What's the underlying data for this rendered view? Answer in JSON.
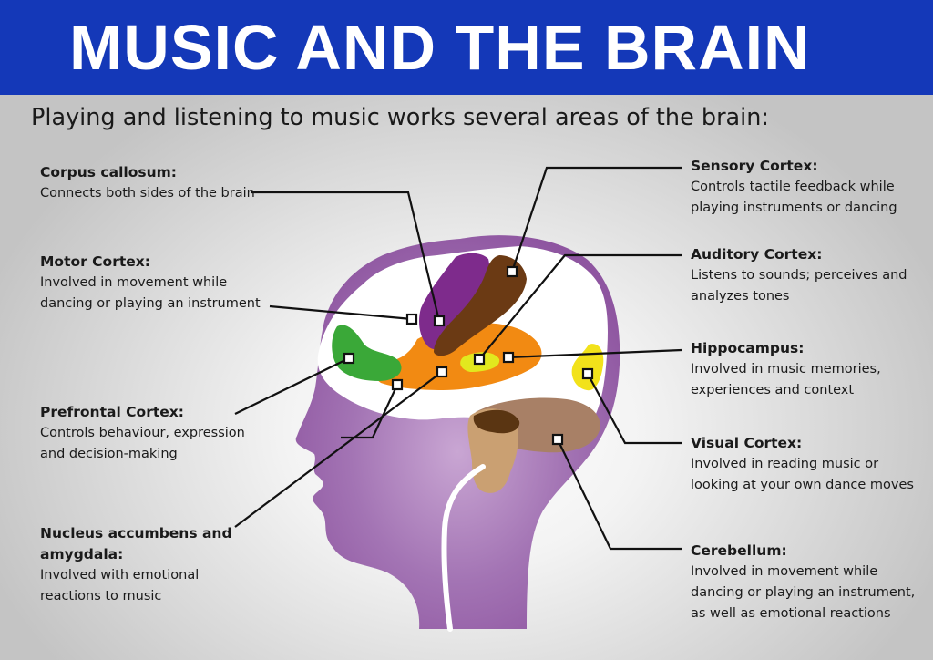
{
  "title": "MUSIC AND THE BRAIN",
  "subtitle": "Playing and listening to music works several areas of the brain:",
  "left_labels": [
    {
      "name": "Corpus callosum:",
      "description_lines": [
        "Connects both sides of the brain"
      ]
    },
    {
      "name": "Motor Cortex:",
      "description_lines": [
        "Involved in movement while",
        "dancing or playing an instrument"
      ]
    },
    {
      "name": "Prefrontal Cortex:",
      "description_lines": [
        "Controls behaviour, expression",
        "and decision-making"
      ]
    },
    {
      "name_lines": [
        "Nucleus accumbens and",
        "amygdala:"
      ],
      "description_lines": [
        "Involved with emotional",
        "reactions to music"
      ]
    }
  ],
  "right_labels": [
    {
      "name": "Sensory Cortex:",
      "description_lines": [
        "Controls tactile feedback while",
        "playing instruments or dancing"
      ]
    },
    {
      "name": "Auditory Cortex:",
      "description_lines": [
        "Listens to sounds; perceives and",
        "analyzes tones"
      ]
    },
    {
      "name": "Hippocampus:",
      "description_lines": [
        "Involved in music memories,",
        "experiences and context"
      ]
    },
    {
      "name": "Visual Cortex:",
      "description_lines": [
        "Involved in reading music or",
        "looking at your own dance moves"
      ]
    },
    {
      "name": "Cerebellum:",
      "description_lines": [
        "Involved in movement while",
        "dancing or playing an instrument,",
        "as well as emotional reactions"
      ]
    }
  ],
  "colors": {
    "title_bar": "#1438b8",
    "title_text": "#ffffff",
    "head": "#9660a8",
    "brain": "#ffffff",
    "corpus_callosum": "#7e2b8c",
    "sensory_cortex": "#6b3a14",
    "prefrontal_cortex": "#3aa838",
    "limbic": "#f28a12",
    "hippocampus": "#e2e81e",
    "visual_cortex": "#f2e21a",
    "cerebellum": "#a88066",
    "brainstem": "#caa072",
    "leader_line": "#111111"
  }
}
